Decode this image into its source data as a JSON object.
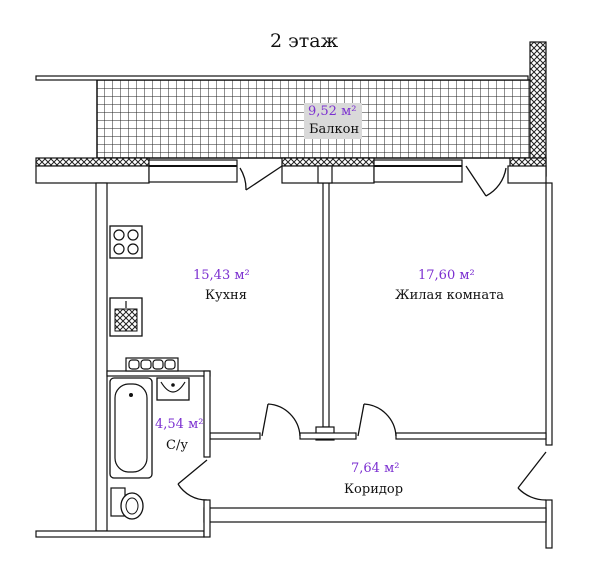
{
  "plan": {
    "floor_label": "2 этаж",
    "colors": {
      "wall": "#111111",
      "area_text": "#7b2fd0",
      "balcony_label_bg": "#d9d9d9"
    },
    "rooms": [
      {
        "key": "balcony",
        "area": "9,52 м²",
        "name": "Балкон"
      },
      {
        "key": "kitchen",
        "area": "15,43 м²",
        "name": "Кухня"
      },
      {
        "key": "living",
        "area": "17,60 м²",
        "name": "Жилая комната"
      },
      {
        "key": "bathroom",
        "area": "4,54 м²",
        "name": "С/у"
      },
      {
        "key": "corridor",
        "area": "7,64 м²",
        "name": "Коридор"
      }
    ],
    "fixtures": [
      "stove-icon",
      "kitchen-sink-icon",
      "bathtub-icon",
      "washbasin-icon",
      "toilet-icon",
      "radiator-icon"
    ]
  }
}
